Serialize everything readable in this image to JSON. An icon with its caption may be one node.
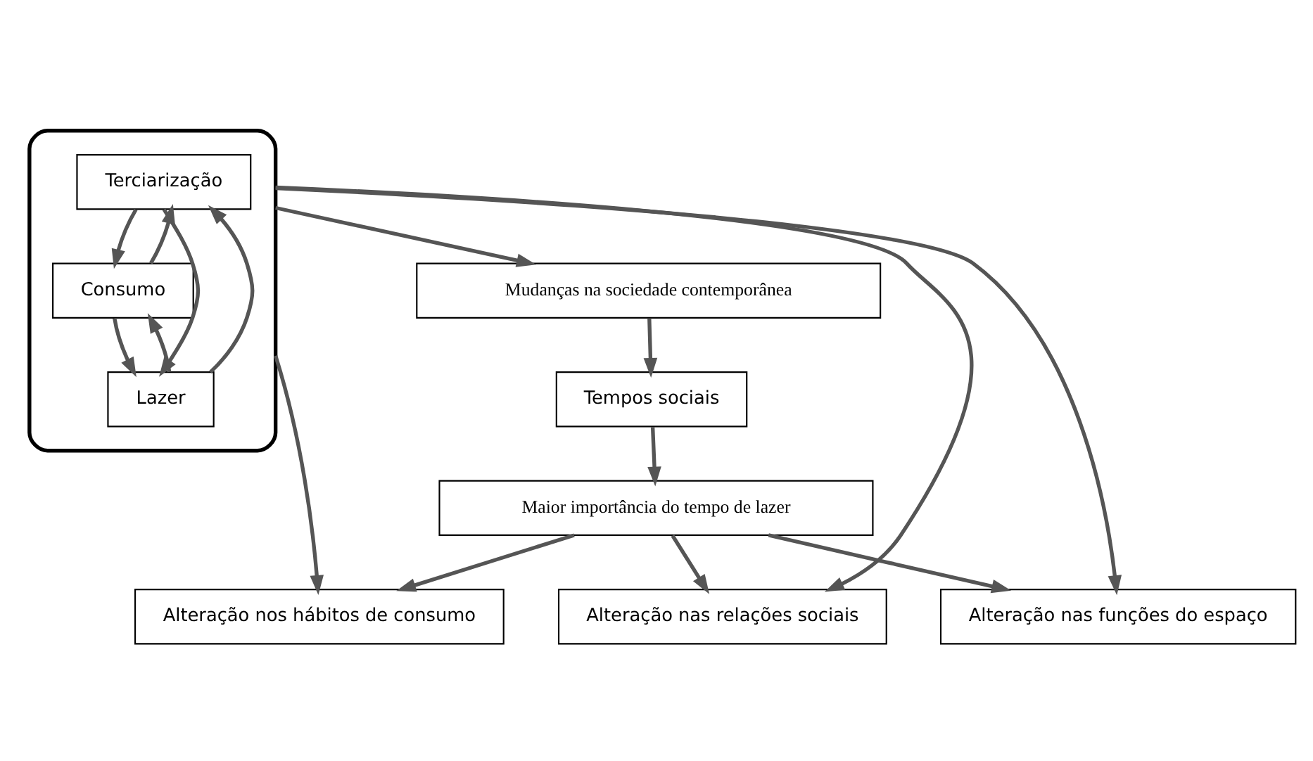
{
  "diagram": {
    "nodes": [
      {
        "text": [],
        "shape": "box"
      },
      {
        "text": [
          "Terciarização"
        ],
        "in": 0
      },
      {
        "text": [
          "Consumo"
        ],
        "in": 0
      },
      {
        "text": [
          "Lazer"
        ],
        "in": 0
      },
      {
        "text": [
          "Mudanças na sociedade contemporânea"
        ]
      },
      {
        "text": [
          "Tempos sociais"
        ]
      },
      {
        "text": [
          "Maior importância do tempo de lazer"
        ]
      },
      {
        "text": [
          "Alteração nos hábitos de consumo"
        ]
      },
      {
        "text": [
          "Alteração nas relações sociais"
        ]
      },
      {
        "text": [
          "Alteração nas funções do espaço"
        ]
      }
    ],
    "edges": [
      {
        "from": 1,
        "to": 3,
        "arrow": "to"
      },
      {
        "from": 1,
        "to": 2,
        "arrow": "to"
      },
      {
        "from": 2,
        "to": 3,
        "arrow": "to"
      },
      {
        "from": 3,
        "to": 2,
        "arrow": "to"
      },
      {
        "from": 2,
        "to": 1,
        "arrow": "to"
      },
      {
        "from": 3,
        "to": 1,
        "arrow": "to"
      },
      {
        "from": 0,
        "to": 4,
        "arrow": "to"
      },
      {
        "from": 4,
        "to": 5,
        "arrow": "to"
      },
      {
        "from": 5,
        "to": 6,
        "arrow": "to"
      },
      {
        "from": 6,
        "to": 7,
        "arrow": "to"
      },
      {
        "from": 6,
        "to": 8,
        "arrow": "to"
      },
      {
        "from": 6,
        "to": 9,
        "arrow": "to"
      },
      {
        "from": 0,
        "to": 7,
        "arrow": "to"
      },
      {
        "from": 0,
        "to": 8,
        "arrow": "to"
      },
      {
        "from": 0,
        "to": 9,
        "arrow": "to"
      }
    ]
  }
}
